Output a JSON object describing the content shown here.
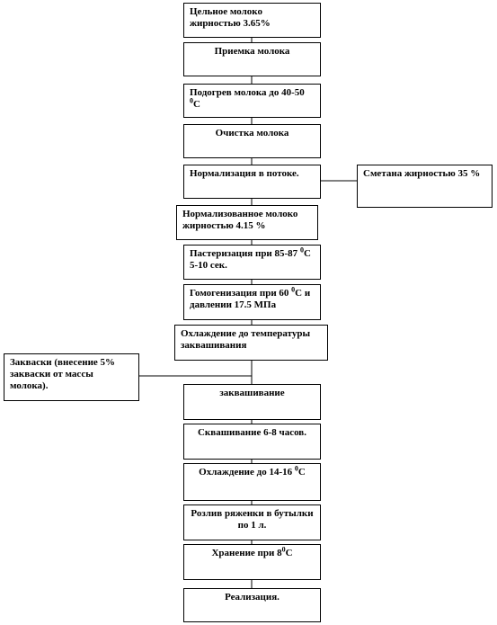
{
  "steps": {
    "whole_milk": "Цельное молоко жирностью 3.65%",
    "receiving": "Приемка молока",
    "heating_text": "Подогрев молока до 40-50",
    "heating_deg": "0",
    "heating_unit": "C",
    "cleaning": "Очистка молока",
    "normalization": "Нормализация в потоке.",
    "normalized_milk": "Нормализованное молоко жирностью 4.15  %",
    "pasteurization_text": "Пастеризация при 85-87",
    "pasteurization_deg": "0",
    "pasteurization_rest": "C 5-10  сек.",
    "homogenization_text": "Гомогенизация при 60",
    "homogenization_deg": "0",
    "homogenization_rest": "C и давлении 17.5  МПа",
    "cooling_to_starter": "Охлаждение  до температуры заквашивания",
    "fermentation": "заквашивание",
    "maturation": "Сквашивание  6-8 часов.",
    "cooling_text": "Охлаждение  до 14-16",
    "cooling_deg": "0",
    "cooling_unit": "C",
    "bottling": "Розлив ряженки в бутылки по 1 л.",
    "storage_text": "Хранение при 8",
    "storage_deg": "0",
    "storage_unit": "C",
    "sales": "Реализация."
  },
  "side_boxes": {
    "cream": "Сметана жирностью 35 %",
    "starter": "Закваски (внесение 5% закваски  от массы молока)."
  }
}
